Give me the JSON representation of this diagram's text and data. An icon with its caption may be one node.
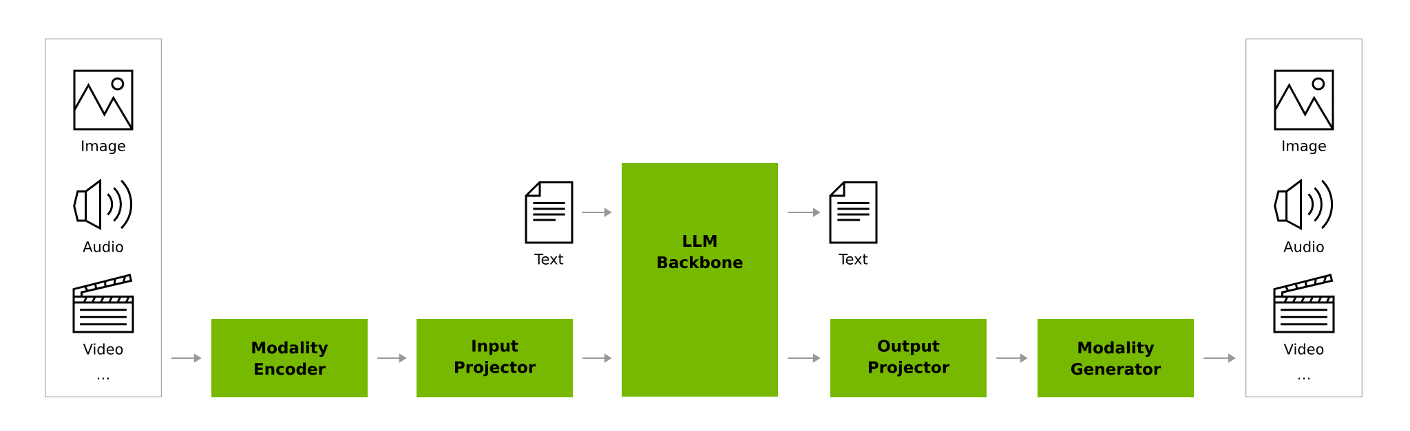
{
  "diagram": {
    "nodes": [
      {
        "text": [
          "…"
        ]
      },
      {
        "text": [
          "Image"
        ],
        "in": 0
      },
      {
        "text": [
          "Audio"
        ],
        "in": 0
      },
      {
        "text": [
          "Video"
        ],
        "in": 0
      },
      {
        "text": [
          "Modality Encoder"
        ]
      },
      {
        "text": [
          "Input Projector"
        ]
      },
      {
        "text": [
          "Text"
        ]
      },
      {
        "text": [
          "LLM Backbone"
        ]
      },
      {
        "text": [
          "Text"
        ]
      },
      {
        "text": [
          "Output Projector"
        ]
      },
      {
        "text": [
          "Modality Generator"
        ]
      },
      {
        "text": [
          "…"
        ]
      },
      {
        "text": [
          "Image"
        ],
        "in": 11
      },
      {
        "text": [
          "Audio"
        ],
        "in": 11
      },
      {
        "text": [
          "Video"
        ],
        "in": 11
      }
    ],
    "edges": [
      {
        "from": 0,
        "to": 4,
        "arrow": "to"
      },
      {
        "from": 4,
        "to": 5,
        "arrow": "to"
      },
      {
        "from": 5,
        "to": 7,
        "arrow": "to"
      },
      {
        "from": 6,
        "to": 7,
        "arrow": "to"
      },
      {
        "from": 7,
        "to": 8,
        "arrow": "to"
      },
      {
        "from": 7,
        "to": 9,
        "arrow": "to"
      },
      {
        "from": 9,
        "to": 10,
        "arrow": "to"
      },
      {
        "from": 10,
        "to": 11,
        "arrow": "to"
      }
    ]
  }
}
